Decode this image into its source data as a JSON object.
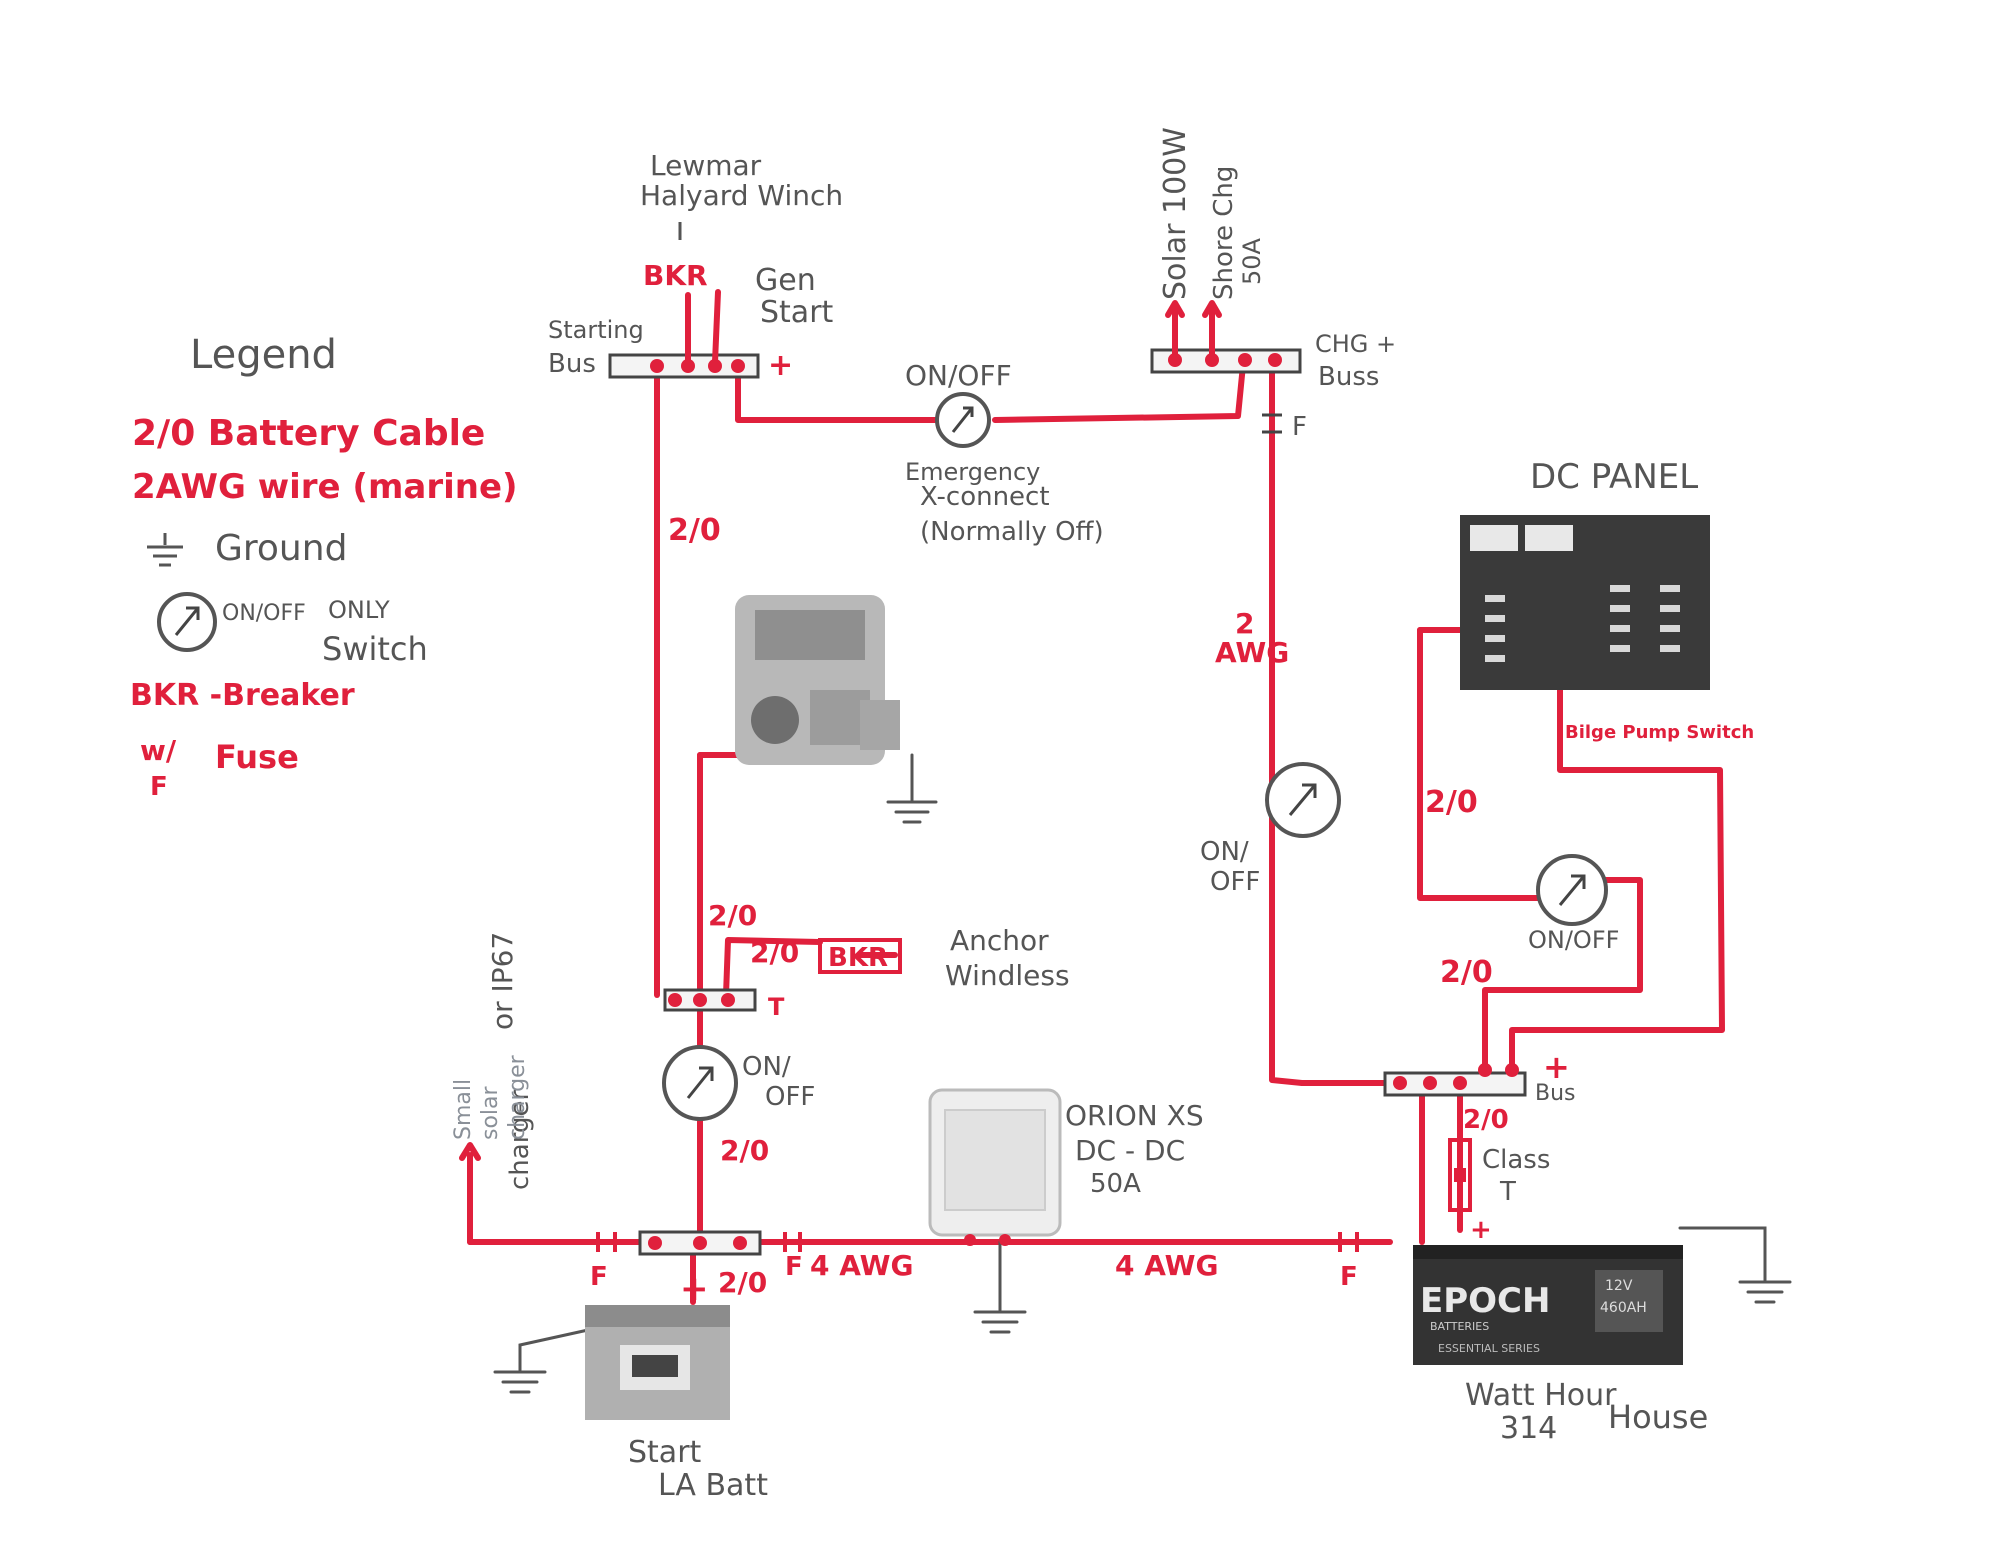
{
  "colors": {
    "wire": "#e0203c",
    "pencil": "#555555",
    "faint": "#8a9098"
  },
  "legend": {
    "title": "Legend",
    "battery_cable": "2/0 Battery Cable",
    "awg_wire": "2AWG wire (marine)",
    "ground": "Ground",
    "switch_on_off": "ON/OFF",
    "switch_only": "ONLY",
    "switch_word": "Switch",
    "breaker": "BKR -Breaker",
    "fuse_wf": "w/",
    "fuse_f": "F",
    "fuse_word": "Fuse"
  },
  "top": {
    "lewmar_1": "Lewmar",
    "lewmar_2": "Halyard Winch",
    "bkr": "BKR",
    "gen_1": "Gen",
    "gen_2": "Start",
    "starting_bus_1": "Starting",
    "starting_bus_2": "Bus",
    "plus": "+",
    "on_off": "ON/OFF",
    "x_1": "Emergency",
    "x_2": "X-connect",
    "x_3": "(Normally Off)",
    "solar": "Solar 100W",
    "shore_1": "Shore Chg",
    "shore_2": "50A",
    "chg_1": "CHG +",
    "chg_2": "Buss",
    "fuse": "F"
  },
  "dc_panel": {
    "title": "DC PANEL",
    "bilge": "Bilge Pump Switch"
  },
  "mid": {
    "c_2_0_left": "2/0",
    "awg_1": "2",
    "awg_2": "AWG",
    "on_1": "ON/",
    "on_2": "OFF",
    "c_2_0_right": "2/0",
    "on_off_right": "ON/OFF",
    "c_2_0_rlow": "2/0"
  },
  "lower_left": {
    "c_2_0_a": "2/0",
    "c_2_0_b": "2/0",
    "bkr": "BKR",
    "anchor_1": "Anchor",
    "anchor_2": "Windless",
    "t": "T",
    "on_1": "ON/",
    "on_2": "OFF",
    "c_2_0_c": "2/0",
    "charger_1": "or IP67",
    "charger_2": "charger",
    "small_1": "Small",
    "small_2": "solar",
    "small_3": "charger"
  },
  "orion": {
    "line1": "ORION XS",
    "line2": "DC - DC",
    "line3": "50A"
  },
  "bottom": {
    "f_left1": "F",
    "f_left2": "F",
    "awg_left": "4 AWG",
    "plus": "+",
    "c_2_0": "2/0",
    "awg_mid": "4 AWG",
    "f_right": "F",
    "start_1": "Start",
    "start_2": "LA Batt",
    "bus_r": "+",
    "bus_r2": "Bus",
    "c_2_0_r": "2/0",
    "class_1": "Class",
    "class_2": "T",
    "plus_r": "+",
    "epoch": "EPOCH",
    "epoch_sub": "BATTERIES",
    "epoch_series": "ESSENTIAL SERIES",
    "epoch_v": "12V",
    "epoch_ah": "460AH",
    "house_1": "Watt Hour",
    "house_2": "314",
    "house_3": "House"
  }
}
